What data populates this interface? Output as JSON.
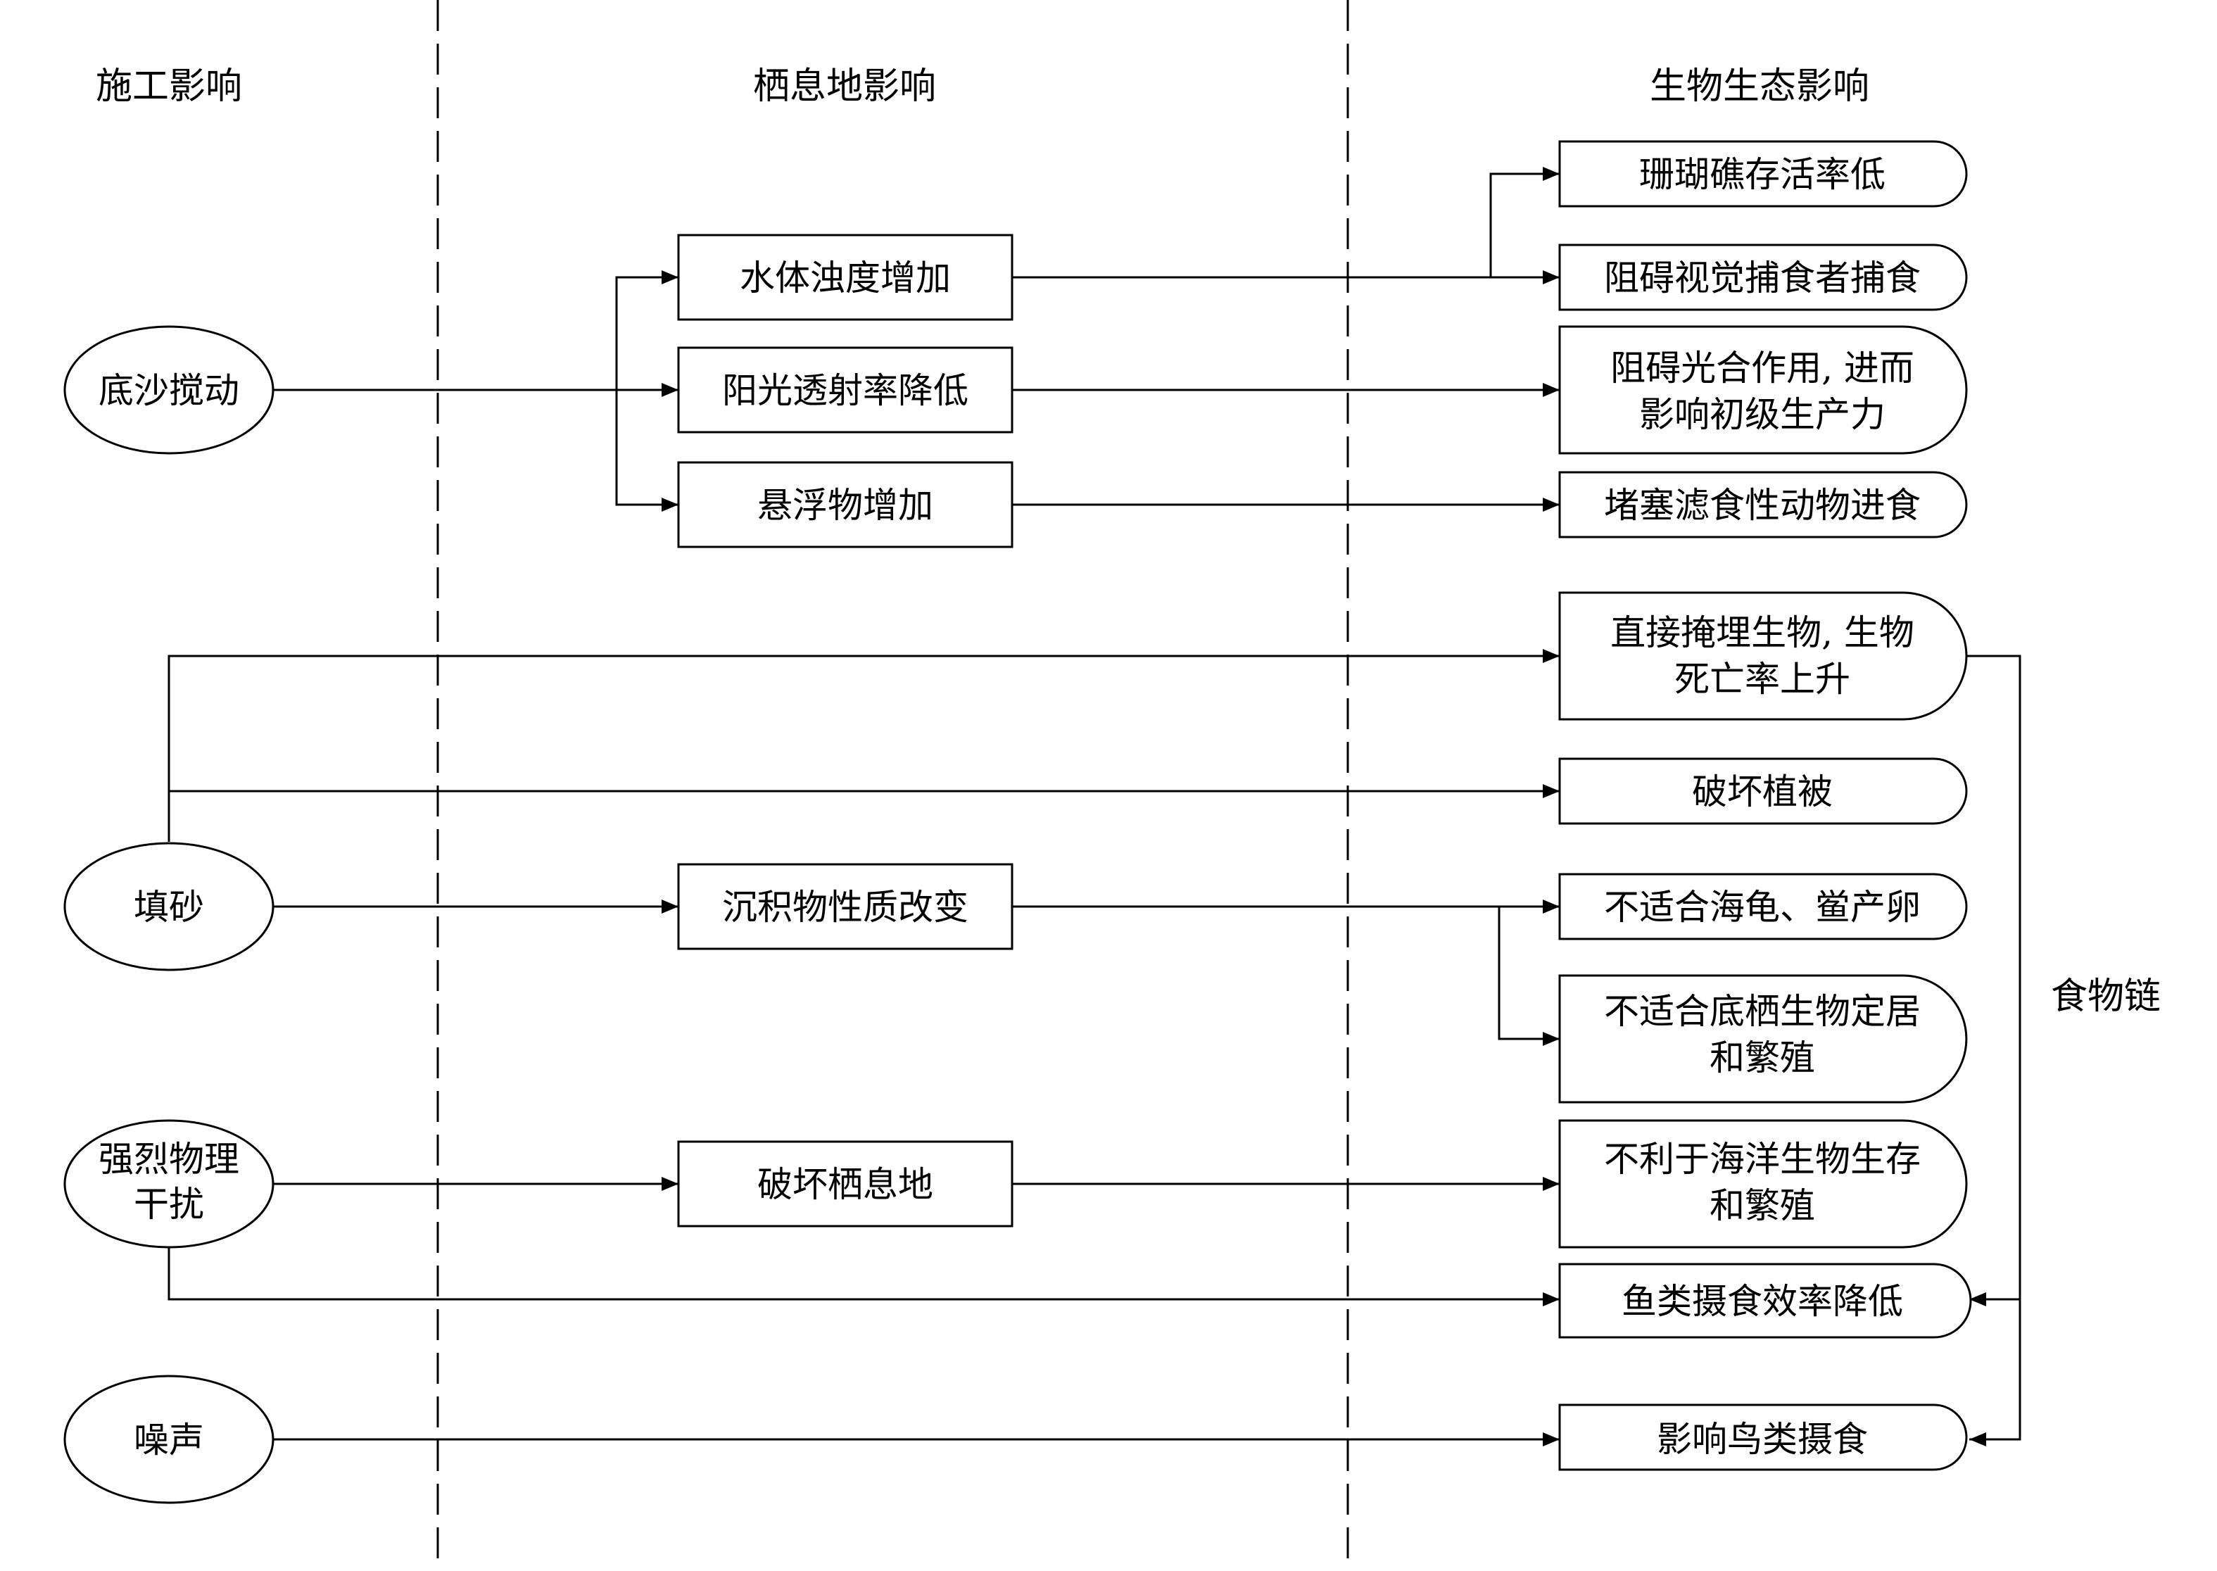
{
  "columns": {
    "construction": "施工影响",
    "habitat": "栖息地影响",
    "ecology": "生物生态影响"
  },
  "side_label": "食物链",
  "sources": {
    "sediment": [
      "底沙搅动"
    ],
    "sand_fill": [
      "填砂"
    ],
    "disturbance": [
      "强烈物理",
      "干扰"
    ],
    "noise": [
      "噪声"
    ]
  },
  "habitat_effects": {
    "turbidity": "水体浊度增加",
    "light": "阳光透射率降低",
    "suspended": "悬浮物增加",
    "sediment_change": "沉积物性质改变",
    "destroy_habitat": "破坏栖息地"
  },
  "ecology_effects": {
    "coral": [
      "珊瑚礁存活率低"
    ],
    "predator": [
      "阻碍视觉捕食者捕食"
    ],
    "photosynthesis": [
      "阻碍光合作用, 进而",
      "影响初级生产力"
    ],
    "filter": [
      "堵塞滤食性动物进食"
    ],
    "burial": [
      "直接掩埋生物, 生物",
      "死亡率上升"
    ],
    "vegetation": [
      "破坏植被"
    ],
    "turtle": [
      "不适合海龟、鲎产卵"
    ],
    "benthic": [
      "不适合底栖生物定居",
      "和繁殖"
    ],
    "marine_life": [
      "不利于海洋生物生存",
      "和繁殖"
    ],
    "fish": [
      "鱼类摄食效率降低"
    ],
    "birds": [
      "影响鸟类摄食"
    ]
  }
}
